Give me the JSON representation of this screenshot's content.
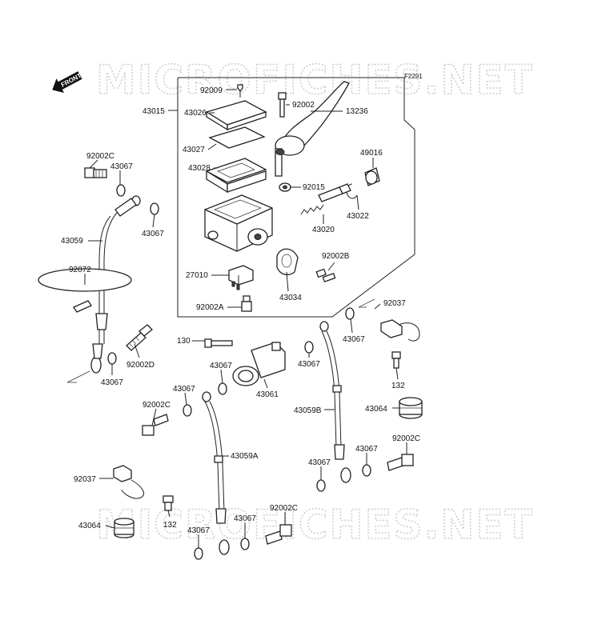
{
  "watermark": "MICROFICHES.NET",
  "figure_code": "F2291",
  "front_label": "FRONT",
  "labels": [
    {
      "id": "92009",
      "text": "92009"
    },
    {
      "id": "92002-top",
      "text": "92002"
    },
    {
      "id": "43015",
      "text": "43015"
    },
    {
      "id": "43026",
      "text": "43026"
    },
    {
      "id": "13236",
      "text": "13236"
    },
    {
      "id": "43027",
      "text": "43027"
    },
    {
      "id": "49016",
      "text": "49016"
    },
    {
      "id": "43028",
      "text": "43028"
    },
    {
      "id": "92015",
      "text": "92015"
    },
    {
      "id": "43022",
      "text": "43022"
    },
    {
      "id": "43020",
      "text": "43020"
    },
    {
      "id": "92002B",
      "text": "92002B"
    },
    {
      "id": "27010",
      "text": "27010"
    },
    {
      "id": "43034",
      "text": "43034"
    },
    {
      "id": "92002A",
      "text": "92002A"
    },
    {
      "id": "92002C-topleft",
      "text": "92002C"
    },
    {
      "id": "43067-a",
      "text": "43067"
    },
    {
      "id": "43067-b",
      "text": "43067"
    },
    {
      "id": "43059",
      "text": "43059"
    },
    {
      "id": "92072",
      "text": "92072"
    },
    {
      "id": "92002D",
      "text": "92002D"
    },
    {
      "id": "43067-c",
      "text": "43067"
    },
    {
      "id": "130",
      "text": "130"
    },
    {
      "id": "43067-d",
      "text": "43067"
    },
    {
      "id": "43061",
      "text": "43061"
    },
    {
      "id": "43067-e",
      "text": "43067"
    },
    {
      "id": "92037-right",
      "text": "92037"
    },
    {
      "id": "43067-f",
      "text": "43067"
    },
    {
      "id": "132-right",
      "text": "132"
    },
    {
      "id": "43067-g",
      "text": "43067"
    },
    {
      "id": "92002C-mid",
      "text": "92002C"
    },
    {
      "id": "43059B",
      "text": "43059B"
    },
    {
      "id": "43064-right",
      "text": "43064"
    },
    {
      "id": "43059A",
      "text": "43059A"
    },
    {
      "id": "43067-h",
      "text": "43067"
    },
    {
      "id": "92002C-right",
      "text": "92002C"
    },
    {
      "id": "43067-i",
      "text": "43067"
    },
    {
      "id": "92037-left",
      "text": "92037"
    },
    {
      "id": "132-left",
      "text": "132"
    },
    {
      "id": "43064-left",
      "text": "43064"
    },
    {
      "id": "92002C-bottom",
      "text": "92002C"
    },
    {
      "id": "43067-j",
      "text": "43067"
    },
    {
      "id": "43067-k",
      "text": "43067"
    }
  ]
}
